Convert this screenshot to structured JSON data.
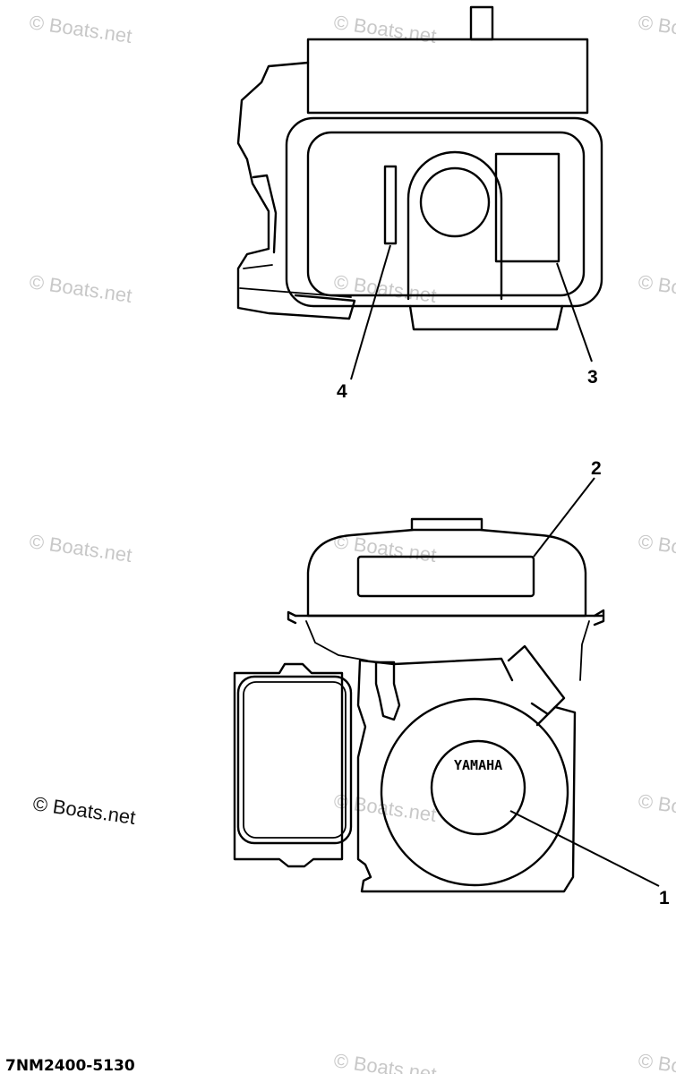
{
  "callouts": {
    "c1": "1",
    "c2": "2",
    "c3": "3",
    "c4": "4"
  },
  "brand_plate": "YAMAHA",
  "part_code": "7NM2400-5130",
  "watermark": "© Boats.net"
}
